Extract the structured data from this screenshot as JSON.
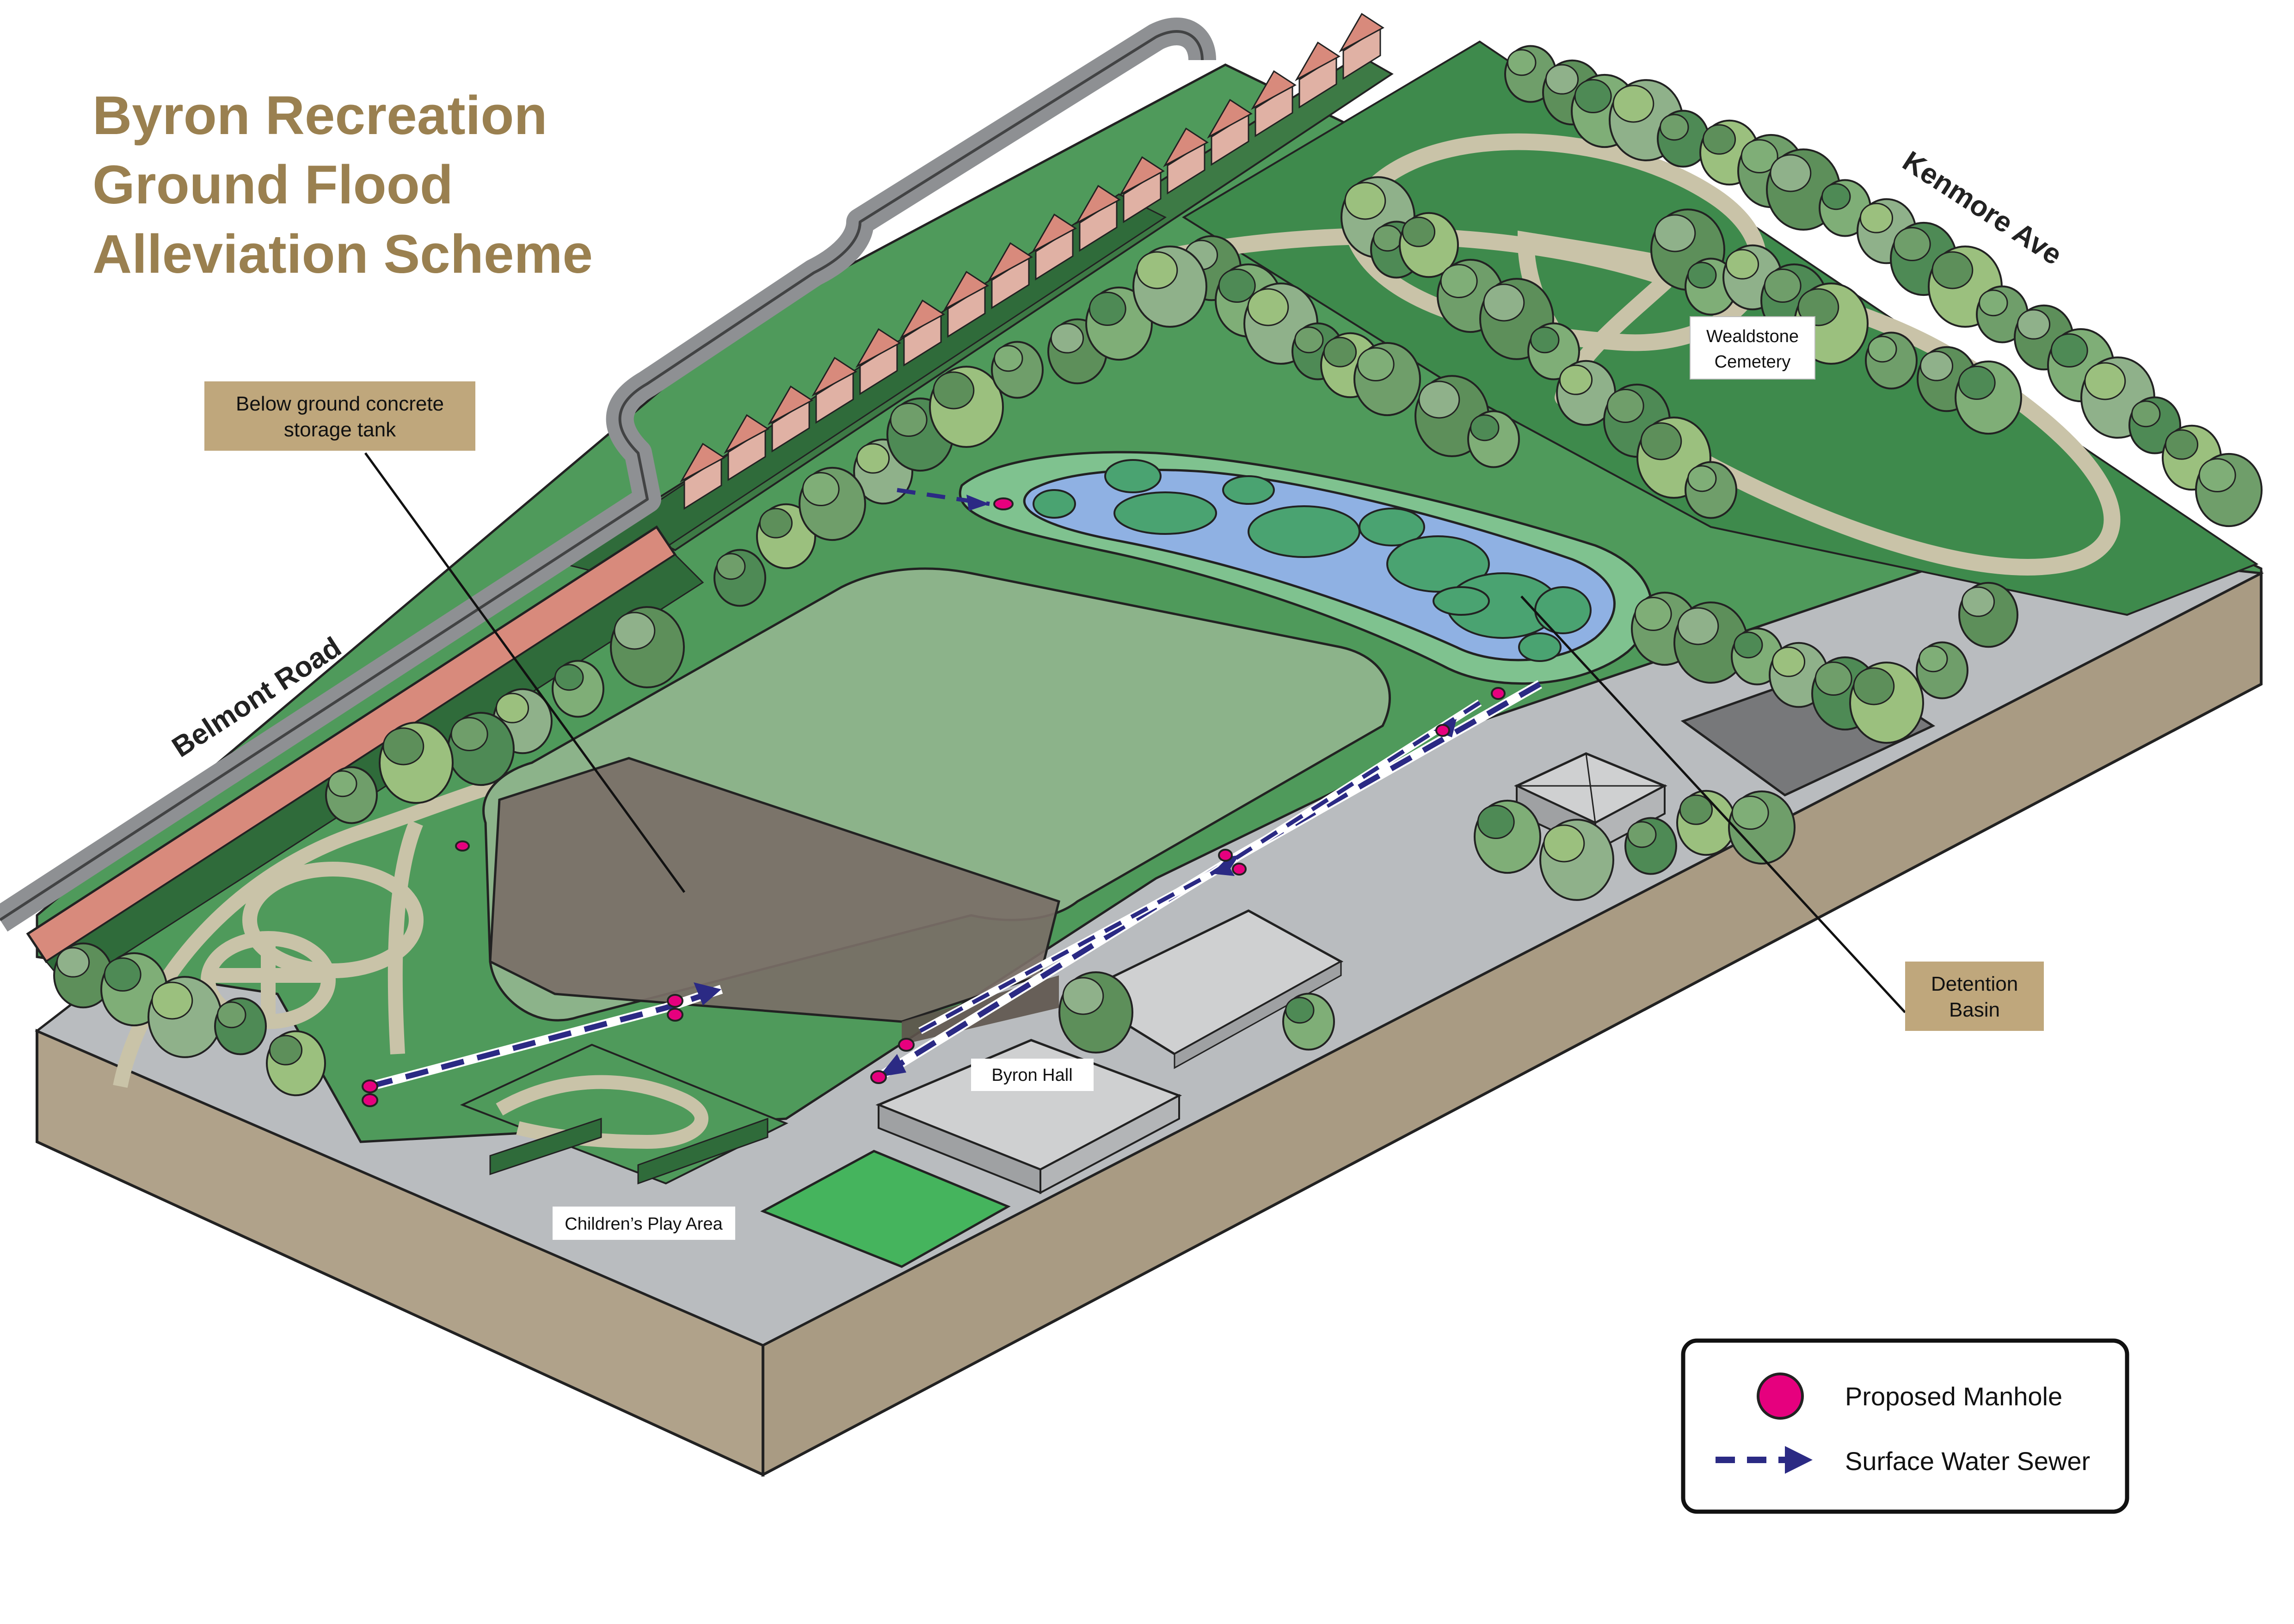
{
  "title": {
    "lines": [
      "Byron Recreation",
      "Ground Flood",
      "Alleviation Scheme"
    ]
  },
  "roads": {
    "belmont": "Belmont Road",
    "kenmore": "Kenmore Ave"
  },
  "callouts": {
    "tank": [
      "Below ground concrete",
      "storage tank"
    ],
    "basin": [
      "Detention",
      "Basin"
    ]
  },
  "places": {
    "cemetery": [
      "Wealdstone",
      "Cemetery"
    ],
    "hall": "Byron Hall",
    "play": "Children’s Play Area"
  },
  "legend": {
    "manhole": "Proposed Manhole",
    "sewer": "Surface Water Sewer"
  },
  "colors": {
    "title": "#9a8050",
    "callout_fill": "#bfa77c",
    "grass": "#4f9a5b",
    "grass_dark": "#3b7f48",
    "pitch": "#8cb38a",
    "tank": "#7a6f67",
    "water": "#8fb1e3",
    "path": "#c9c3a8",
    "paving": "#b9bcbf",
    "soil": "#b0a28a",
    "soil_dark": "#9c8f78",
    "house_roof": "#d88a7c",
    "road": "#8e9093",
    "manhole": "#e6007e",
    "sewer": "#2b2a84",
    "tree": "#6f9e6a",
    "legend_border": "#111111"
  }
}
